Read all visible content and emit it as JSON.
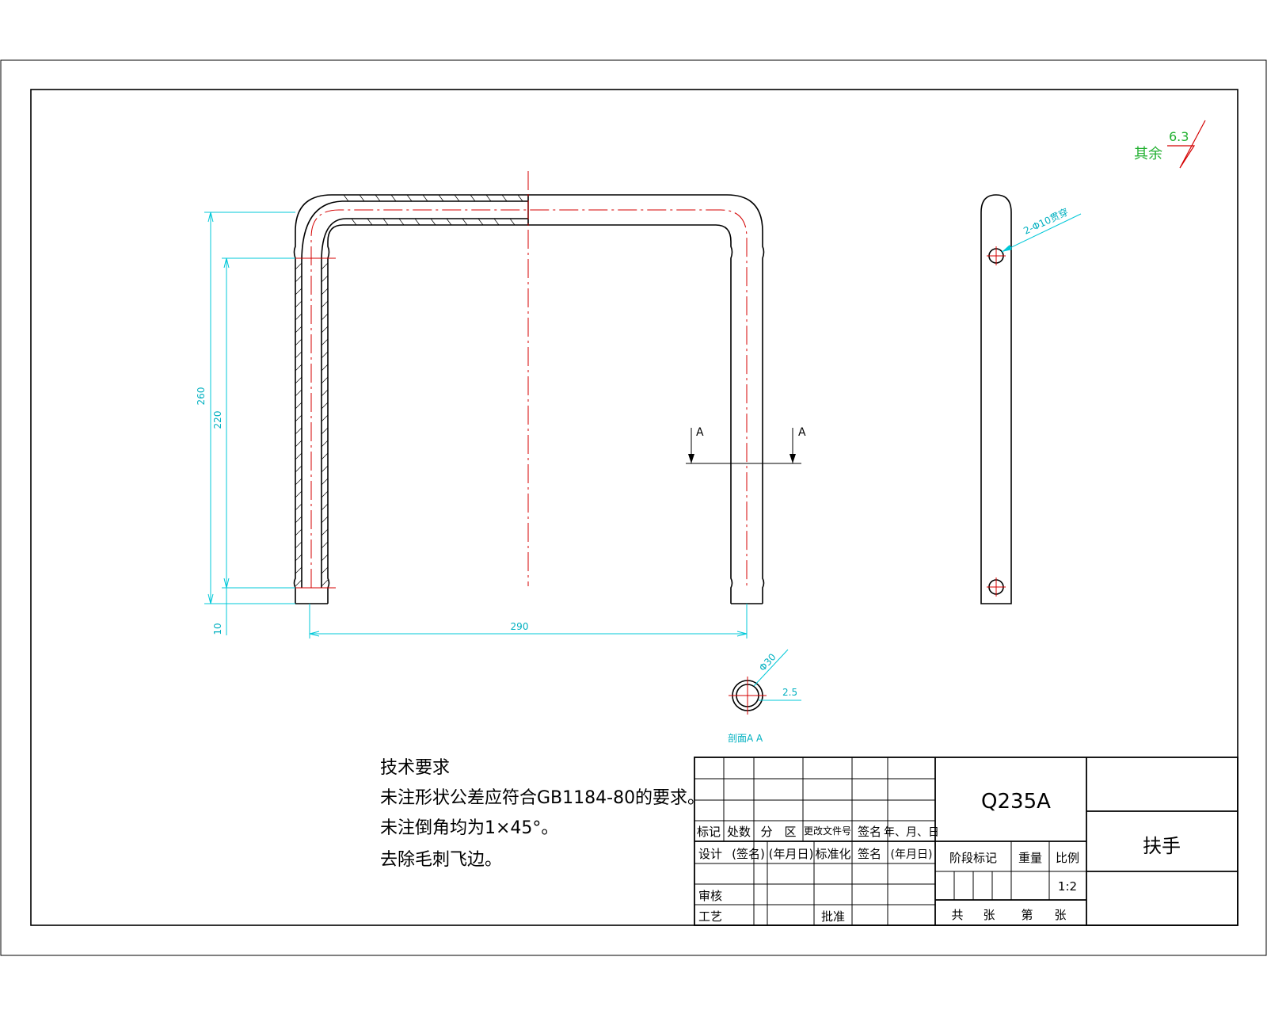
{
  "drawing": {
    "surface_roughness": {
      "prefix": "其余",
      "value": "6.3"
    },
    "dimensions": {
      "height_outer": "260",
      "height_inner": "220",
      "bottom_offset": "10",
      "width": "290",
      "hole_callout": "2-Φ10贯穿",
      "section_diameter": "Φ30",
      "section_wall": "2.5"
    },
    "section_marks": [
      "A",
      "A"
    ],
    "section_caption": "剖面A A"
  },
  "tech_requirements": {
    "title": "技术要求",
    "lines": [
      "未注形状公差应符合GB1184-80的要求。",
      "未注倒角均为1×45°。",
      "去除毛刺飞边。"
    ]
  },
  "title_block": {
    "material": "Q235A",
    "part_name": "扶手",
    "row_mark": [
      "标记",
      "处数",
      "分　区",
      "更改文件号",
      "签名",
      "年、月、日"
    ],
    "row_design": [
      "设计",
      "(签名)",
      "(年月日)",
      "标准化",
      "签名",
      "(年月日)"
    ],
    "review": "审核",
    "process": "工艺",
    "approve": "批准",
    "stage_mark": "阶段标记",
    "weight": "重量",
    "scale_label": "比例",
    "scale_value": "1:2",
    "sheets_total": "共",
    "sheets_unit1": "张",
    "sheet_no": "第",
    "sheets_unit2": "张"
  }
}
